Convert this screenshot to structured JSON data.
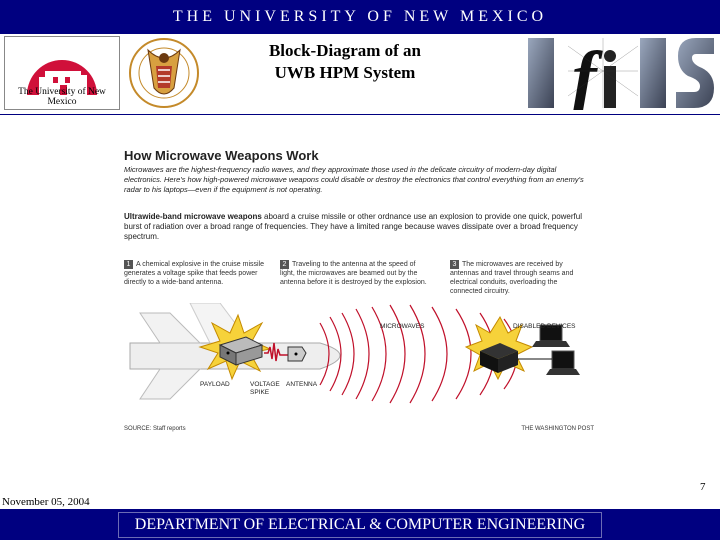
{
  "header": {
    "university": "THE UNIVERSITY OF NEW MEXICO",
    "unm_logo_text": "The University of New Mexico",
    "title_line1": "Block-Diagram of an",
    "title_line2": "UWB HPM System"
  },
  "figure": {
    "title": "How Microwave Weapons Work",
    "intro": "Microwaves are the highest-frequency radio waves, and they approximate those used in the delicate circuitry of modern-day digital electronics. Here's how high-powered microwave weapons could disable or destroy the electronics that control everything from an enemy's radar to his laptops—even if the equipment is not operating.",
    "body_bold": "Ultrawide-band microwave weapons",
    "body": " aboard a cruise missile or other ordnance use an explosion to provide one quick, powerful burst of radiation over a broad range of frequencies. They have a limited range because waves dissipate over a broad frequency spectrum.",
    "steps": [
      {
        "num": "1",
        "text": "A chemical explosive in the cruise missile generates a voltage spike that feeds power directly to a wide-band antenna."
      },
      {
        "num": "2",
        "text": "Traveling to the antenna at the speed of light, the microwaves are beamed out by the antenna before it is destroyed by the explosion."
      },
      {
        "num": "3",
        "text": "The microwaves are received by antennas and travel through seams and electrical conduits, overloading the connected circuitry."
      }
    ],
    "labels": {
      "microwaves": "MICROWAVES",
      "disabled": "DISABLED DEVICES",
      "payload": "PAYLOAD",
      "voltage": "VOLTAGE",
      "spike": "SPIKE",
      "antenna": "ANTENNA"
    },
    "source": "SOURCE: Staff reports",
    "credit": "THE WASHINGTON POST"
  },
  "page_number": "7",
  "date": "November 05, 2004",
  "footer": "DEPARTMENT OF ELECTRICAL & COMPUTER ENGINEERING",
  "colors": {
    "navy": "#000080",
    "unm_red": "#d0103a"
  }
}
